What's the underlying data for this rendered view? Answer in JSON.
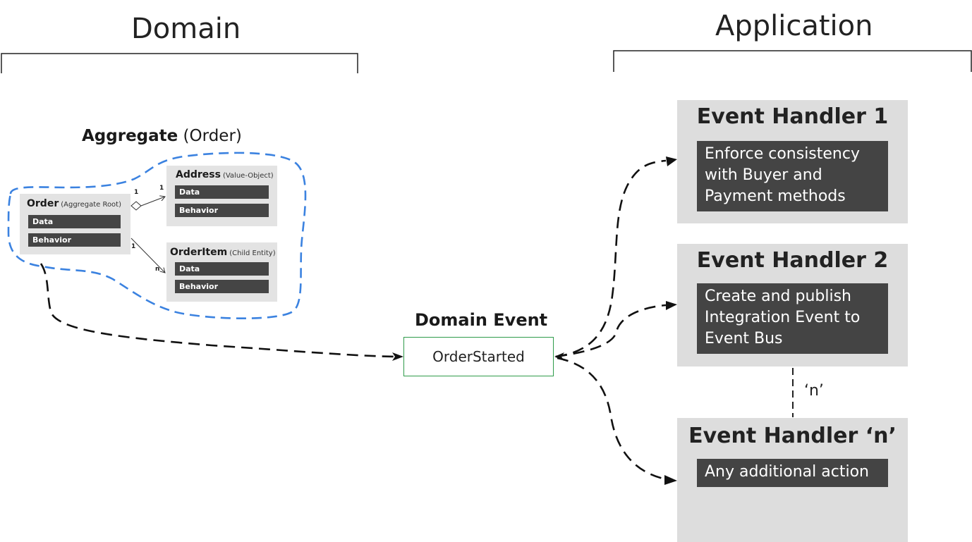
{
  "sections": {
    "domain": "Domain",
    "application": "Application"
  },
  "aggregate": {
    "title_bold": "Aggregate",
    "title_rest": " (Order)",
    "order": {
      "name": "Order",
      "note": "(Aggregate Root)",
      "rows": [
        "Data",
        "Behavior"
      ]
    },
    "address": {
      "name": "Address",
      "note": "(Value-Object)",
      "rows": [
        "Data",
        "Behavior"
      ]
    },
    "order_item": {
      "name": "OrderItem",
      "note": "(Child Entity)",
      "rows": [
        "Data",
        "Behavior"
      ]
    },
    "multiplicities": {
      "order_address_left": "1",
      "order_address_right": "1",
      "order_item_left": "1",
      "order_item_right": "n"
    }
  },
  "domain_event": {
    "title": "Domain Event",
    "name": "OrderStarted"
  },
  "handlers": [
    {
      "title": "Event Handler 1",
      "lines": [
        "Enforce consistency",
        "with Buyer and",
        "Payment methods"
      ]
    },
    {
      "title": "Event Handler 2",
      "lines": [
        "Create and publish",
        "Integration Event to",
        "Event Bus"
      ]
    },
    {
      "title": "Event Handler ‘n’",
      "lines": [
        "Any additional action"
      ]
    }
  ],
  "n_label": "‘n’",
  "colors": {
    "aggregate_outline": "#3b82e0",
    "event_border": "#2e9b4a",
    "dark_row": "#454545",
    "entity_bg": "#e3e3e3",
    "handler_bg": "#dddddd"
  }
}
